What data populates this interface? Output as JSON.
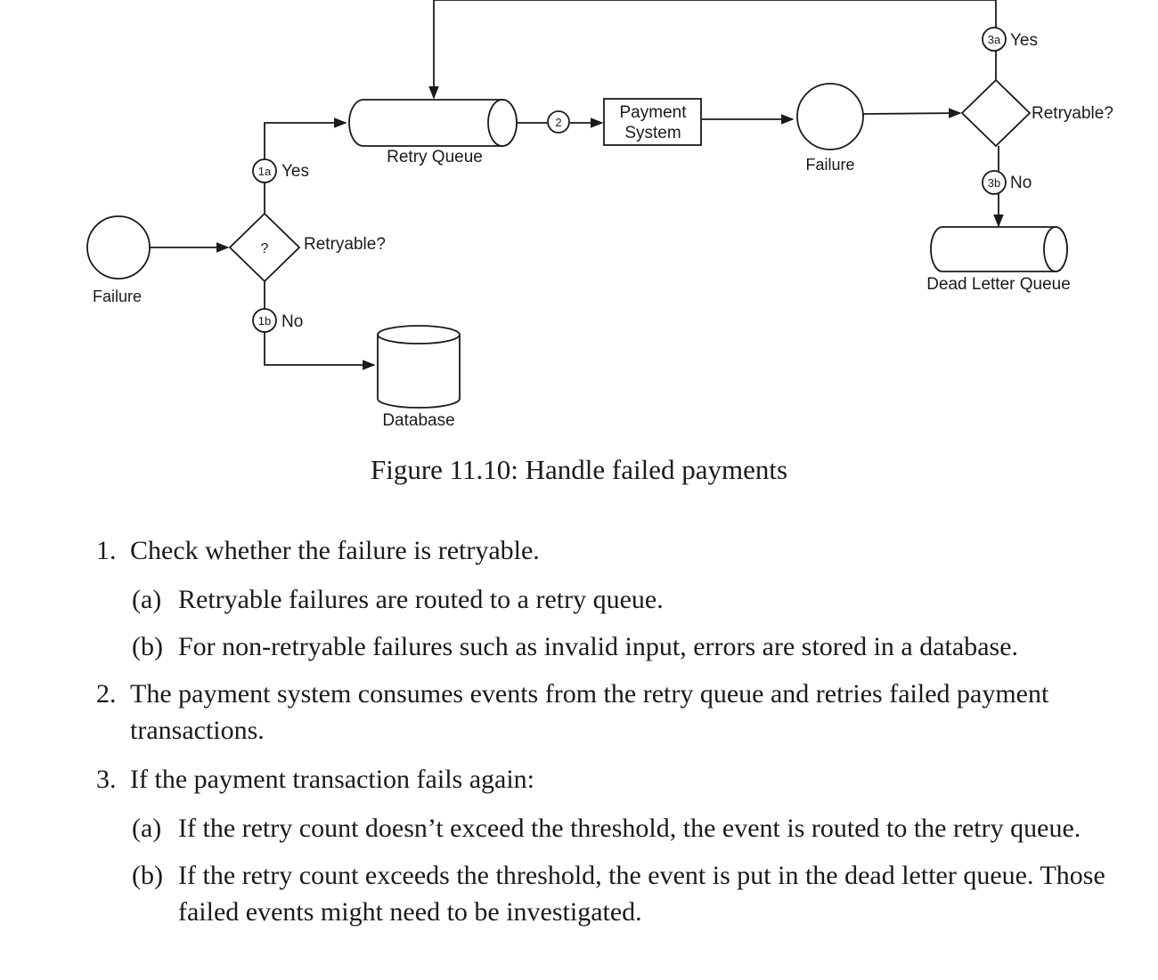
{
  "diagram": {
    "failure_left": "Failure",
    "decision_left": "?",
    "retryable_left": "Retryable?",
    "badge_1a": "1a",
    "yes_1a": "Yes",
    "badge_1b": "1b",
    "no_1b": "No",
    "retry_queue": "Retry Queue",
    "database": "Database",
    "badge_2": "2",
    "payment_system_line1": "Payment",
    "payment_system_line2": "System",
    "failure_right": "Failure",
    "retryable_right": "Retryable?",
    "badge_3a": "3a",
    "yes_3a": "Yes",
    "badge_3b": "3b",
    "no_3b": "No",
    "dead_letter_queue": "Dead Letter Queue"
  },
  "caption": "Figure 11.10: Handle failed payments",
  "steps": [
    {
      "number": "1.",
      "text": "Check whether the failure is retryable.",
      "subs": [
        {
          "mark": "(a)",
          "text": "Retryable failures are routed to a retry queue."
        },
        {
          "mark": "(b)",
          "text": "For non-retryable failures such as invalid input, errors are stored in a database."
        }
      ]
    },
    {
      "number": "2.",
      "text": "The payment system consumes events from the retry queue and retries failed payment transactions."
    },
    {
      "number": "3.",
      "text": "If the payment transaction fails again:",
      "subs": [
        {
          "mark": "(a)",
          "text": "If the retry count doesn’t exceed the threshold, the event is routed to the retry queue."
        },
        {
          "mark": "(b)",
          "text": "If the retry count exceeds the threshold, the event is put in the dead letter queue. Those failed events might need to be investigated."
        }
      ]
    }
  ]
}
